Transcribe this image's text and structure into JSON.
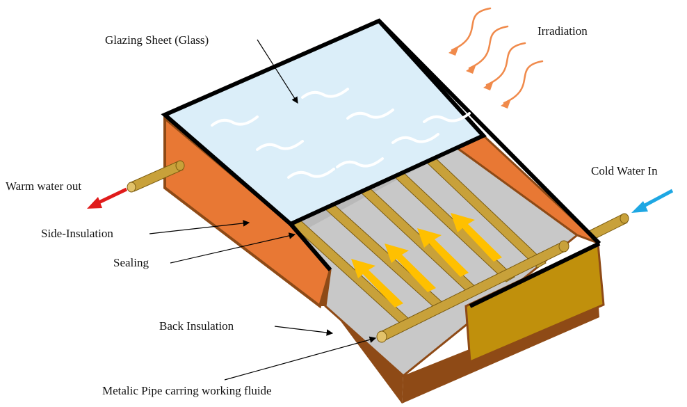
{
  "labels": {
    "glazing_sheet": "Glazing  Sheet (Glass)",
    "irradiation": "Irradiation",
    "cold_water_in": "Cold Water In",
    "warm_water_out": "Warm water out",
    "side_insulation": "Side-Insulation",
    "sealing": "Sealing",
    "back_insulation": "Back Insulation",
    "metallic_pipe": "Metalic Pipe carring working  fluide"
  },
  "colors": {
    "insulation": "#E87834",
    "insulation_dark": "#8E4A16",
    "frame_gold": "#C0900C",
    "glass": "#DBEEF9",
    "absorber": "#C8C8C8",
    "pipe": "#C8A13A",
    "flow_arrow": "#FFC000",
    "irradiation_arrow": "#F08A4B",
    "cold_arrow": "#1EA7E3",
    "warm_arrow": "#E01B1B"
  }
}
